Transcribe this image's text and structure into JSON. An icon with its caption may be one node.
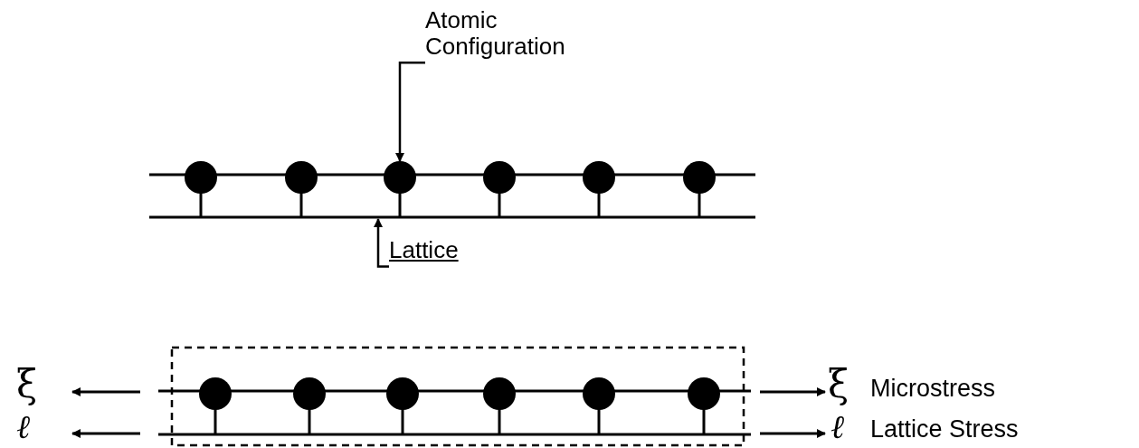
{
  "diagram": {
    "nodes": [
      {
        "text": [
          "Atomic Configuration"
        ]
      },
      {
        "text": [],
        "shape": "circle"
      },
      {
        "text": [
          "Lattice"
        ]
      },
      {
        "text": [],
        "shape": "line"
      }
    ],
    "edges": [
      {
        "from": 0,
        "to": 1,
        "arrow": "to"
      },
      {
        "from": 2,
        "to": 3,
        "arrow": "to"
      }
    ],
    "labels": [
      "ξ",
      "ξ",
      "Microstress",
      "ℓ",
      "ℓ",
      "Lattice Stress"
    ]
  }
}
